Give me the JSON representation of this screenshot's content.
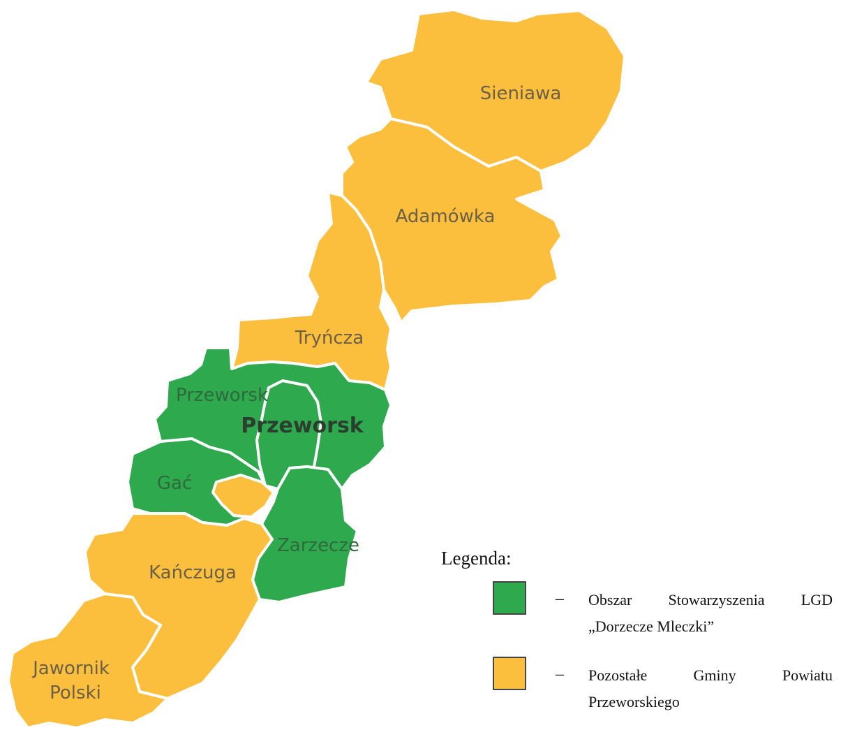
{
  "colors": {
    "lgd_area": "#2fa94e",
    "other_communes": "#fcbf3d",
    "border": "#ffffff"
  },
  "map": {
    "regions": [
      {
        "name": "Sieniawa",
        "category": "other"
      },
      {
        "name": "Adamówka",
        "category": "other"
      },
      {
        "name": "Tryńcza",
        "category": "other"
      },
      {
        "name": "Przeworsk",
        "category": "lgd"
      },
      {
        "name": "Przeworsk",
        "category": "lgd",
        "type": "city"
      },
      {
        "name": "Gać",
        "category": "lgd"
      },
      {
        "name": "Zarzecze",
        "category": "lgd"
      },
      {
        "name": "Kańczuga",
        "category": "other"
      },
      {
        "name": "Jawornik Polski",
        "category": "other"
      }
    ],
    "labels": {
      "sieniawa": "Sieniawa",
      "adamowka": "Adamówka",
      "tryncza": "Tryńcza",
      "przeworsk_gmina": "Przeworsk",
      "przeworsk_city": "Przeworsk",
      "gac": "Gać",
      "zarzecze": "Zarzecze",
      "kanczuga": "Kańczuga",
      "jawornik_line1": "Jawornik",
      "jawornik_line2": "Polski"
    }
  },
  "legend": {
    "title": "Legenda:",
    "dash": "–",
    "items": [
      {
        "color": "#2fa94e",
        "line1_words": [
          "Obszar",
          "Stowarzyszenia",
          "LGD"
        ],
        "line2": "„Dorzecze Mleczki”"
      },
      {
        "color": "#fcbf3d",
        "line1_words": [
          "Pozostałe",
          "Gminy",
          "Powiatu"
        ],
        "line2": "Przeworskiego"
      }
    ]
  }
}
